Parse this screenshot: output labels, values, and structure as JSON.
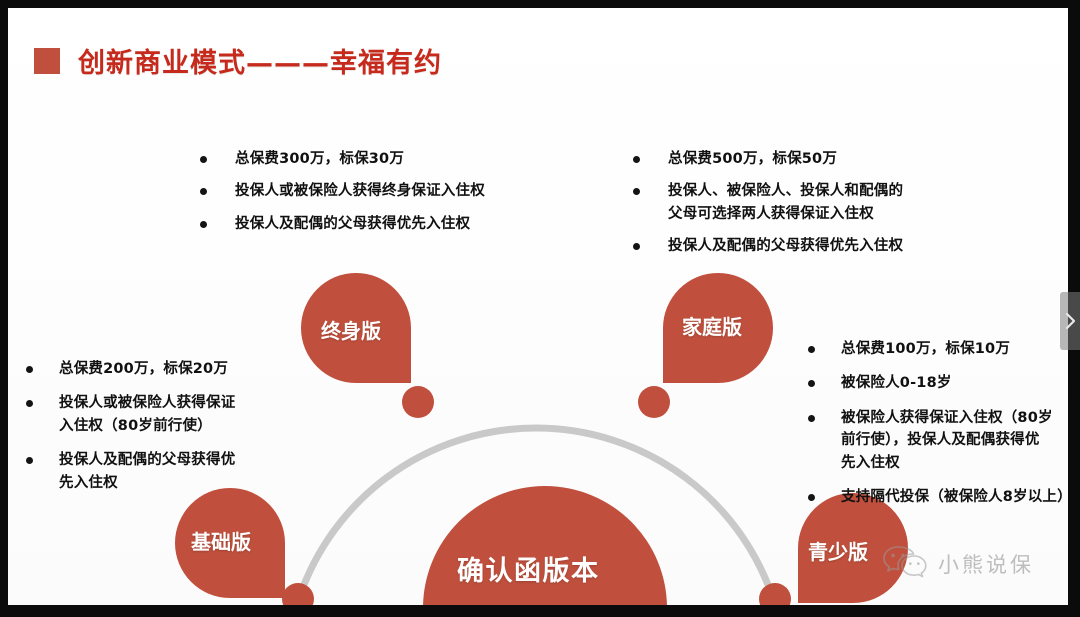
{
  "slide": {
    "title": "创新商业模式———幸福有约",
    "title_marker": "red-square-marker",
    "accent_color": "#c0503d",
    "title_color": "#c62a1c",
    "background_color": "#ffffff"
  },
  "lists": {
    "lifetime": [
      "总保费300万，标保30万",
      "投保人或被保险人获得终身保证入住权",
      "投保人及配偶的父母获得优先入住权"
    ],
    "family": [
      "总保费500万，标保50万",
      "投保人、被保险人、投保人和配偶的\n父母可选择两人获得保证入住权",
      "投保人及配偶的父母获得优先入住权"
    ],
    "basic": [
      "总保费200万，标保20万",
      "投保人或被保险人获得保证\n入住权（80岁前行使）",
      "投保人及配偶的父母获得优\n先入住权"
    ],
    "youth": [
      "总保费100万，标保10万",
      "被保险人0-18岁",
      "被保险人获得保证入住权（80岁\n前行使），投保人及配偶获得优\n先入住权",
      "支持隔代投保（被保险人8岁以上）"
    ]
  },
  "diagram": {
    "center_node": "确认函版本",
    "nodes": [
      {
        "key": "lifetime",
        "label": "终身版"
      },
      {
        "key": "family",
        "label": "家庭版"
      },
      {
        "key": "basic",
        "label": "基础版"
      },
      {
        "key": "youth",
        "label": "青少版"
      }
    ],
    "arc_color": "#c9c9c9",
    "node_color": "#c0503d",
    "dot_color": "#c0503d"
  },
  "watermark": {
    "icon": "wechat-icon",
    "text": "小熊说保"
  },
  "controls": {
    "next_arrow": "chevron-right-icon"
  }
}
